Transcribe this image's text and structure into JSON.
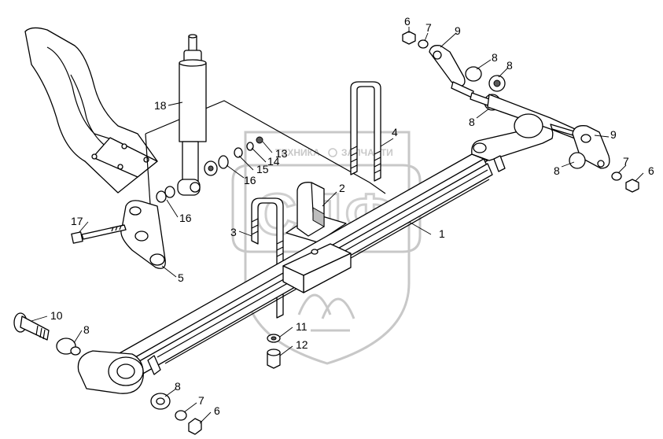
{
  "watermark": {
    "logo_letters": "СПФ",
    "caption_left": "ТЕХНИКА",
    "caption_right": "ЗАПЧАСТИ"
  },
  "callouts": [
    {
      "id": "c1",
      "label": "1"
    },
    {
      "id": "c2",
      "label": "2"
    },
    {
      "id": "c3",
      "label": "3"
    },
    {
      "id": "c4",
      "label": "4"
    },
    {
      "id": "c5",
      "label": "5"
    },
    {
      "id": "c6a",
      "label": "6"
    },
    {
      "id": "c6b",
      "label": "6"
    },
    {
      "id": "c6c",
      "label": "6"
    },
    {
      "id": "c7a",
      "label": "7"
    },
    {
      "id": "c7b",
      "label": "7"
    },
    {
      "id": "c7c",
      "label": "7"
    },
    {
      "id": "c8a",
      "label": "8"
    },
    {
      "id": "c8b",
      "label": "8"
    },
    {
      "id": "c8c",
      "label": "8"
    },
    {
      "id": "c8d",
      "label": "8"
    },
    {
      "id": "c8e",
      "label": "8"
    },
    {
      "id": "c8f",
      "label": "8"
    },
    {
      "id": "c9a",
      "label": "9"
    },
    {
      "id": "c9b",
      "label": "9"
    },
    {
      "id": "c10",
      "label": "10"
    },
    {
      "id": "c11",
      "label": "11"
    },
    {
      "id": "c12",
      "label": "12"
    },
    {
      "id": "c13",
      "label": "13"
    },
    {
      "id": "c14",
      "label": "14"
    },
    {
      "id": "c15",
      "label": "15"
    },
    {
      "id": "c16a",
      "label": "16"
    },
    {
      "id": "c16b",
      "label": "16"
    },
    {
      "id": "c17",
      "label": "17"
    },
    {
      "id": "c18",
      "label": "18"
    }
  ]
}
